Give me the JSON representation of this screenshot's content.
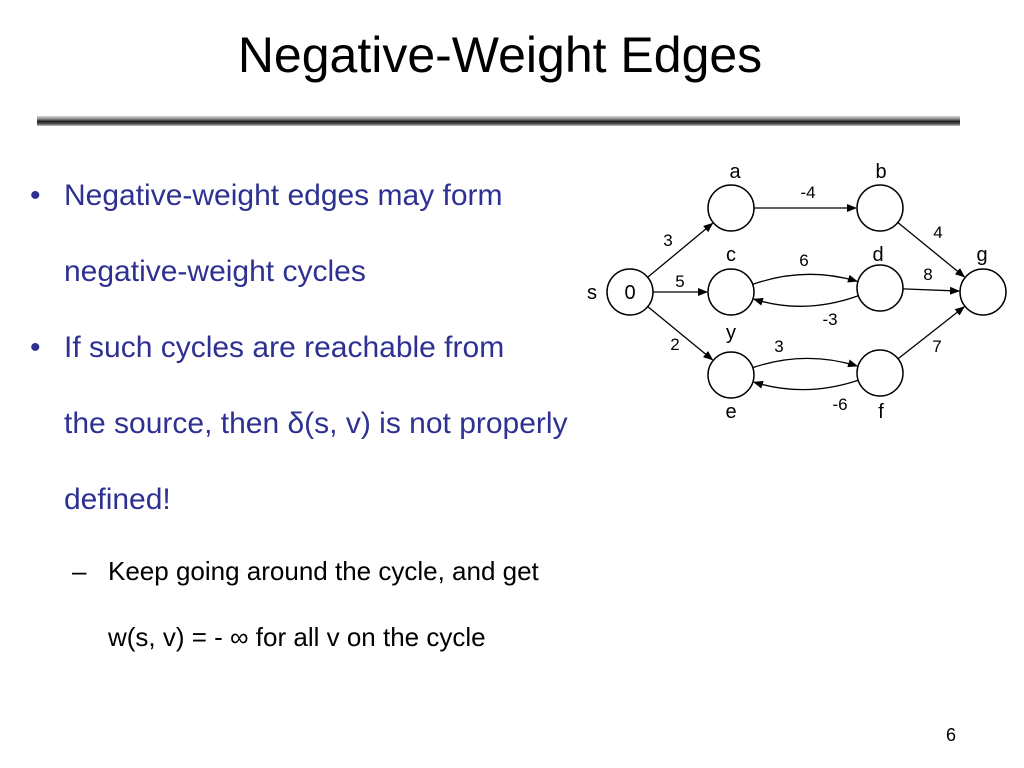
{
  "slide": {
    "title": "Negative-Weight Edges",
    "page_number": "6"
  },
  "bullets": [
    {
      "lines": [
        "Negative-weight edges may form",
        "negative-weight cycles"
      ]
    },
    {
      "lines": [
        "If such cycles are reachable from",
        "the source, then δ(s, v) is not properly",
        "defined!"
      ]
    }
  ],
  "sub_bullet": {
    "dash": "–",
    "lines": [
      "Keep going around the cycle, and get",
      "w(s, v) = - ∞ for all v on the cycle"
    ]
  },
  "bullet_symbol": "•",
  "graph": {
    "nodes": [
      {
        "id": "s",
        "label": "s",
        "value": "0"
      },
      {
        "id": "a",
        "label": "a",
        "value": ""
      },
      {
        "id": "b",
        "label": "b",
        "value": ""
      },
      {
        "id": "c",
        "label": "c",
        "value": ""
      },
      {
        "id": "d",
        "label": "d",
        "value": ""
      },
      {
        "id": "g",
        "label": "g",
        "value": ""
      },
      {
        "id": "y",
        "label": "y",
        "value": ""
      },
      {
        "id": "e",
        "label": "e",
        "value": ""
      },
      {
        "id": "f",
        "label": "f",
        "value": ""
      }
    ],
    "edges": [
      {
        "from": "s",
        "to": "a",
        "weight": "3"
      },
      {
        "from": "s",
        "to": "c",
        "weight": "5"
      },
      {
        "from": "s",
        "to": "e",
        "weight": "2"
      },
      {
        "from": "a",
        "to": "b",
        "weight": "-4"
      },
      {
        "from": "b",
        "to": "g",
        "weight": "4"
      },
      {
        "from": "c",
        "to": "d",
        "weight": "6"
      },
      {
        "from": "d",
        "to": "c",
        "weight": "-3"
      },
      {
        "from": "d",
        "to": "g",
        "weight": "8"
      },
      {
        "from": "e",
        "to": "f",
        "weight": "3"
      },
      {
        "from": "f",
        "to": "e",
        "weight": "-6"
      },
      {
        "from": "f",
        "to": "g",
        "weight": "7"
      }
    ]
  }
}
